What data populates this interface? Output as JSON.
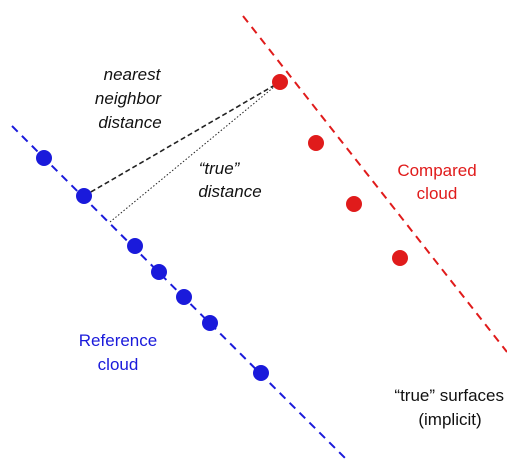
{
  "labels": {
    "nearest_line1": "nearest",
    "nearest_line2": "neighbor",
    "nearest_line3": "distance",
    "true_line1": "“true”",
    "true_line2": "distance",
    "compared_line1": "Compared",
    "compared_line2": "cloud",
    "reference_line1": "Reference",
    "reference_line2": "cloud",
    "surfaces_line1": "“true” surfaces",
    "surfaces_line2": "(implicit)"
  },
  "colors": {
    "reference": "#1a1adb",
    "compared": "#e01b1b",
    "text": "#111111",
    "connector": "#222222"
  }
}
